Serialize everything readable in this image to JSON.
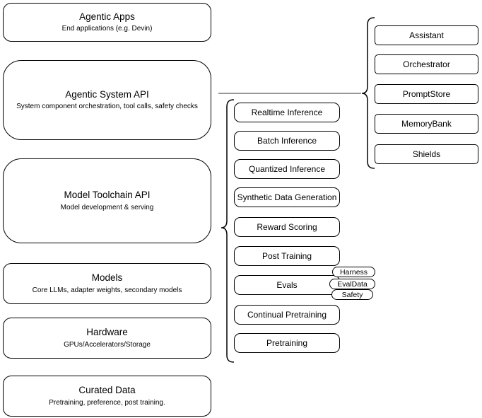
{
  "left_column": {
    "boxes": [
      {
        "title": "Agentic Apps",
        "subtitle": "End applications (e.g. Devin)"
      },
      {
        "title": "Agentic System API",
        "subtitle": "System component orchestration, tool calls, safety checks"
      },
      {
        "title": "Model Toolchain API",
        "subtitle": "Model development & serving"
      },
      {
        "title": "Models",
        "subtitle": "Core LLMs, adapter weights, secondary models"
      },
      {
        "title": "Hardware",
        "subtitle": "GPUs/Accelerators/Storage"
      },
      {
        "title": "Curated Data",
        "subtitle": "Pretraining, preference, post training."
      }
    ]
  },
  "toolchain_column": {
    "items": [
      "Realtime Inference",
      "Batch Inference",
      "Quantized Inference",
      "Synthetic Data Generation",
      "Reward Scoring",
      "Post Training",
      "Evals",
      "Continual Pretraining",
      "Pretraining"
    ]
  },
  "eval_tags": {
    "items": [
      "Harness",
      "EvalData",
      "Safety"
    ]
  },
  "system_components": {
    "items": [
      "Assistant",
      "Orchestrator",
      "PromptStore",
      "MemoryBank",
      "Shields"
    ]
  },
  "colors": {
    "stroke": "#000000",
    "background": "#ffffff",
    "connector_line": "#999999"
  }
}
